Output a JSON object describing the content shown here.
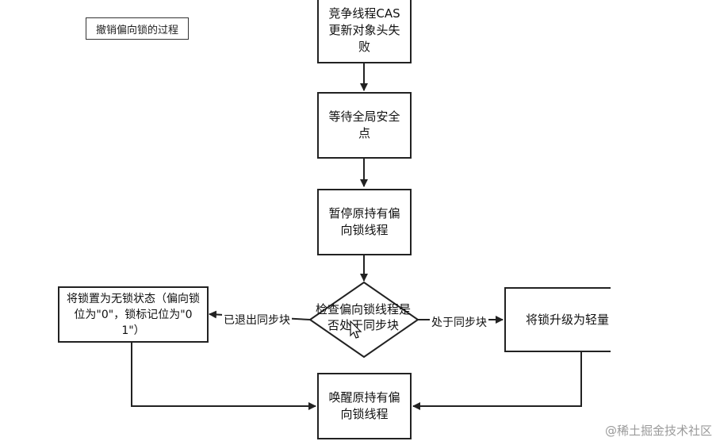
{
  "title": "撤销偏向锁的过程",
  "nodes": {
    "cas_fail": "竞争线程CAS更新对象头失败",
    "wait_safepoint": "等待全局安全点",
    "pause_thread": "暂停原持有偏向锁线程",
    "check_sync": "检查偏向锁线程是否处于同步块",
    "set_unlocked": "将锁置为无锁状态（偏向锁位为\"0\"，锁标记位为\"01\"）",
    "upgrade_light": "将锁升级为轻量",
    "wake_thread": "唤醒原持有偏向锁线程"
  },
  "edges": {
    "exited_sync": "已退出同步块",
    "in_sync": "处于同步块"
  },
  "watermark": "@稀土掘金技术社区"
}
